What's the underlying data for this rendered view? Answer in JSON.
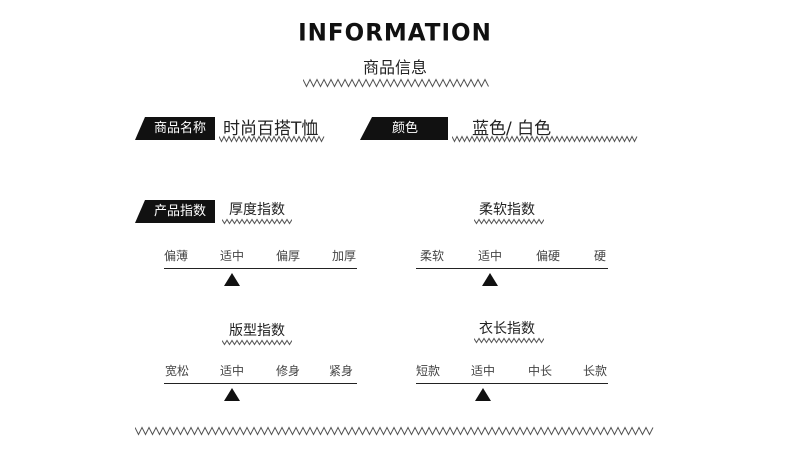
{
  "header": {
    "title": "INFORMATION",
    "subtitle": "商品信息"
  },
  "product_name": {
    "tag": "商品名称",
    "value": "时尚百搭T恤"
  },
  "color": {
    "tag": "颜色",
    "value": "蓝色/ 白色"
  },
  "indices": {
    "tag": "产品指数",
    "thickness": {
      "label": "厚度指数",
      "options": [
        "偏薄",
        "适中",
        "偏厚",
        "加厚"
      ],
      "selected_index": 1
    },
    "softness": {
      "label": "柔软指数",
      "options": [
        "柔软",
        "适中",
        "偏硬",
        "硬"
      ],
      "selected_index": 1
    },
    "fit": {
      "label": "版型指数",
      "options": [
        "宽松",
        "适中",
        "修身",
        "紧身"
      ],
      "selected_index": 1
    },
    "length": {
      "label": "衣长指数",
      "options": [
        "短款",
        "适中",
        "中长",
        "长款"
      ],
      "selected_index": 1
    }
  },
  "colors": {
    "tag_bg": "#111111",
    "text": "#222222",
    "zigzag": "#555555"
  }
}
